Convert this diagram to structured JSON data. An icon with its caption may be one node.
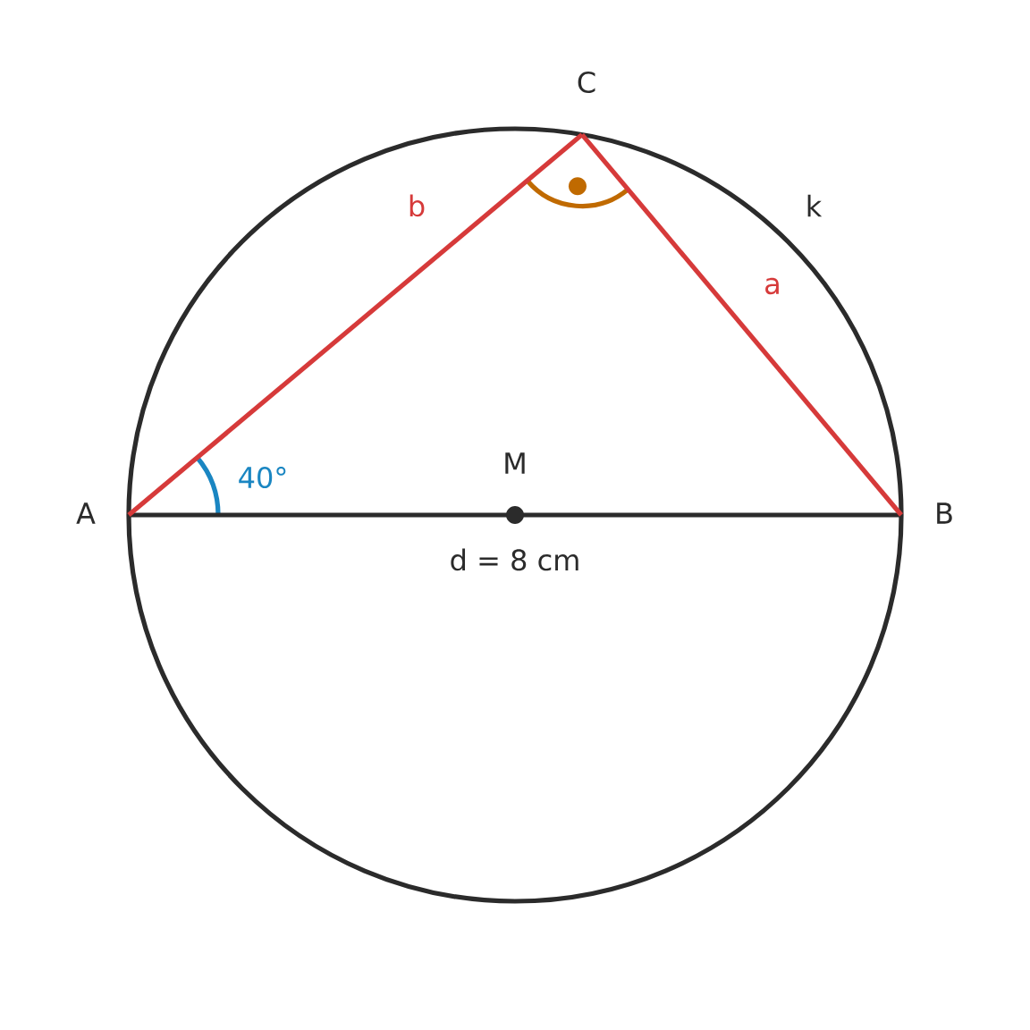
{
  "diagram": {
    "nodes": [
      {
        "text": [
          "A"
        ]
      },
      {
        "text": [
          "B"
        ]
      },
      {
        "text": [
          "C"
        ]
      },
      {
        "text": [
          "M"
        ]
      }
    ],
    "edges": [
      {
        "from": 0,
        "to": 1,
        "arrow": "none",
        "label": "d = 8 cm",
        "color": "#2b2b2b"
      },
      {
        "from": 0,
        "to": 2,
        "arrow": "none",
        "label": "b",
        "color": "#d63a3a"
      },
      {
        "from": 2,
        "to": 1,
        "arrow": "none",
        "label": "a",
        "color": "#d63a3a"
      }
    ],
    "labels": [
      "k",
      "40°"
    ]
  }
}
